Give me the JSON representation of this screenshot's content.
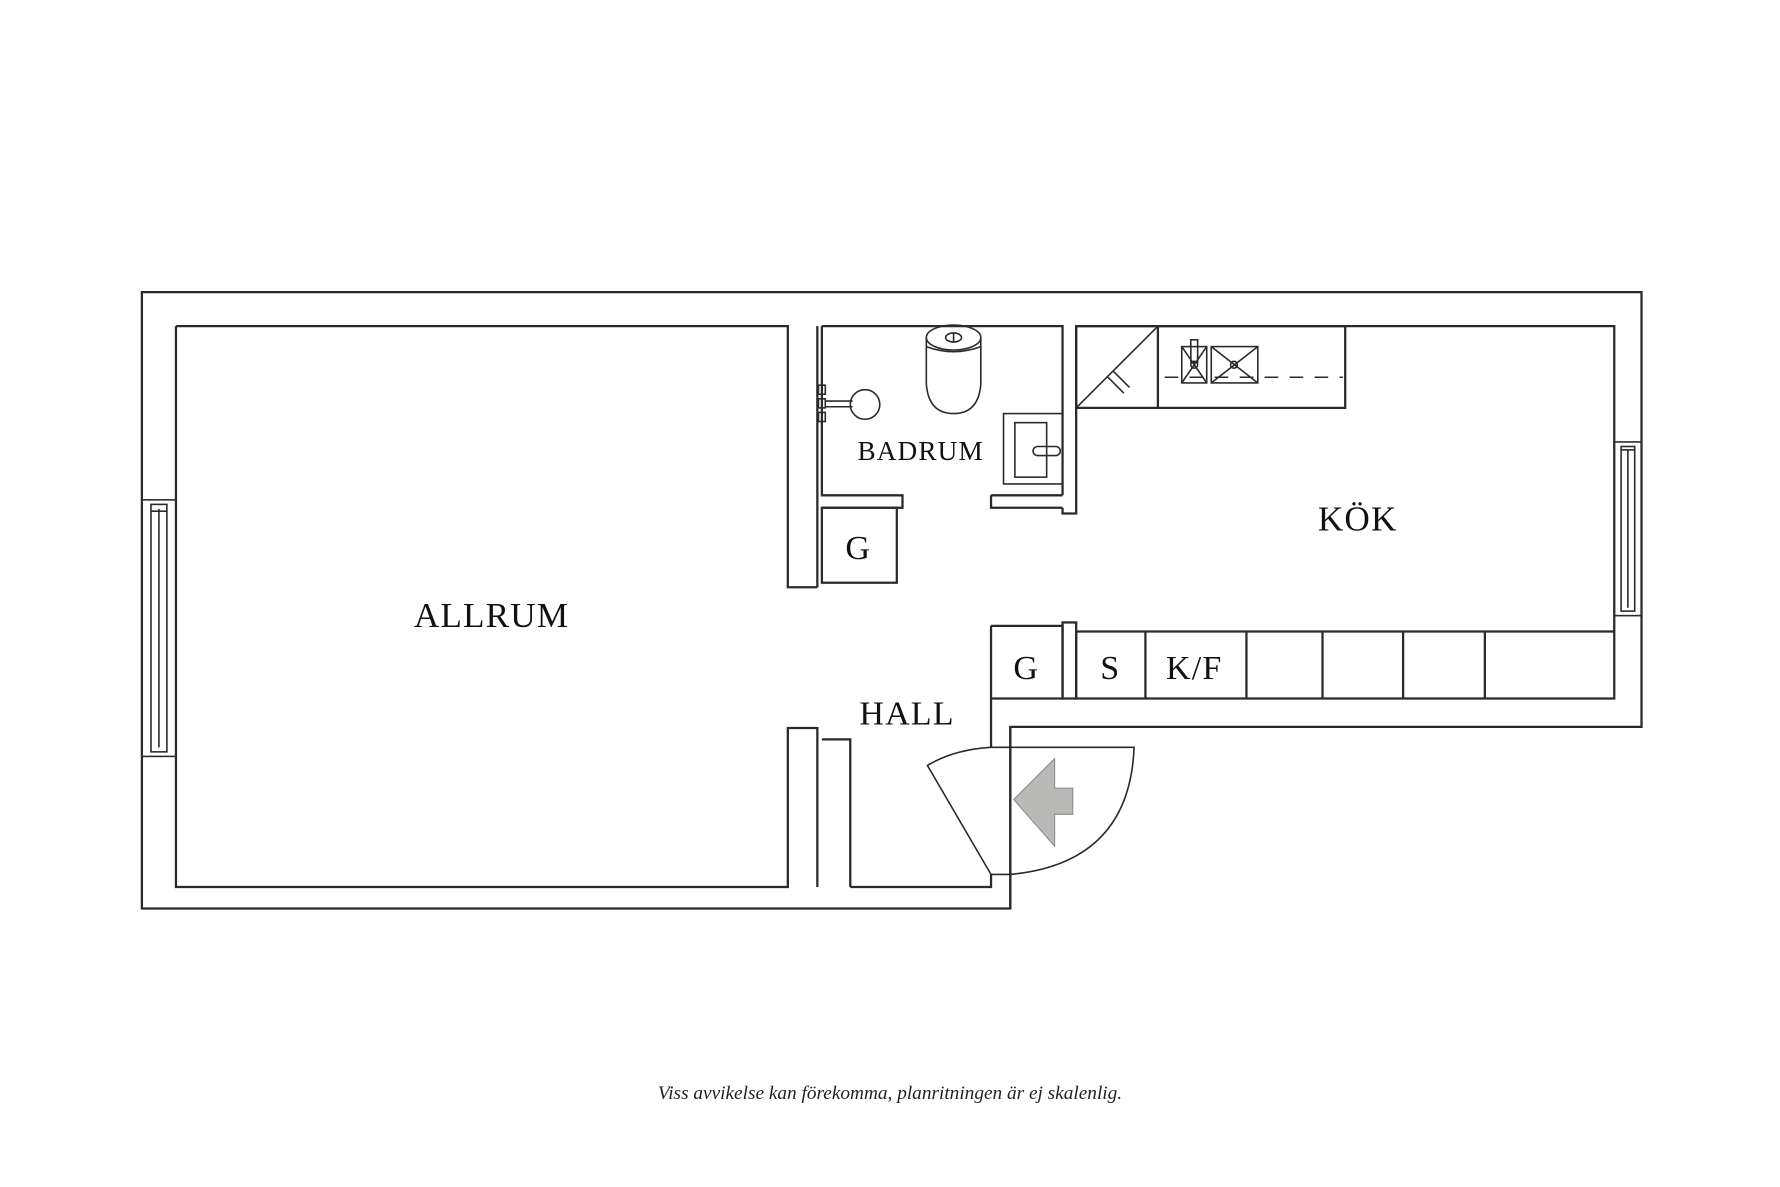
{
  "floorplan": {
    "rooms": {
      "allrum": "ALLRUM",
      "badrum": "BADRUM",
      "kok": "KÖK",
      "hall": "HALL"
    },
    "closets": {
      "g_badrum": "G",
      "g_hall": "G",
      "stove": "S",
      "fridge_freezer": "K/F"
    },
    "entrance_arrow_color": "#b9b9b7",
    "line_color": "#2a2a2a"
  },
  "footer": {
    "disclaimer": "Viss avvikelse kan förekomma, planritningen är ej skalenlig."
  }
}
